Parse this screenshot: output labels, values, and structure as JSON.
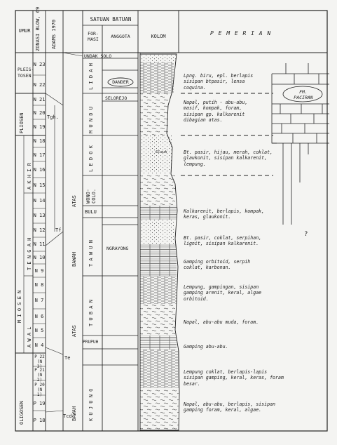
{
  "header": {
    "umur": "UMUR",
    "zonasi": "ZONASI BLOW, 69",
    "adams": "ADAMS 1970",
    "satuan_batuan": "SATUAN BATUAN",
    "formasi": "FOR-MASI",
    "anggota": "ANGGOTA",
    "kolom": "KOLOM",
    "pemerian": "P E M E R I A N"
  },
  "epochs": {
    "pleistosen": "PLEIS-TOSEN",
    "pliosen": "PLIOSEN",
    "miosen_akhir": "A K H I R",
    "miosen_tengah": "T E N G A H",
    "miosen_awal": "A W A L",
    "miosen": "M I O S E N",
    "oligosen": "OLIGOSEN"
  },
  "zones": [
    "N 23",
    "N 22",
    "N 21",
    "N 20",
    "N 19",
    "N 18",
    "N 17",
    "N 16",
    "N 15",
    "N 14",
    "N 13",
    "N 12",
    "N 11",
    "N 10",
    "N 9",
    "N 8",
    "N 7",
    "N 6",
    "N 5",
    "N 4",
    "P 22 (N 3)",
    "P 21 (N 2)",
    "P 20 (N 1)",
    "P 19",
    "P 18"
  ],
  "adams": {
    "tgh": "Tgh.",
    "tf": "Tf",
    "te": "Te",
    "tcd": "Tcd",
    "atas": "ATAS",
    "bawah": "BAWAH",
    "atas2": "ATAS",
    "bawah2": "BAWAH"
  },
  "formations": {
    "undak_solo": "UNDAK SOLO",
    "lidah": "L I D A H",
    "mundu": "M U N D U",
    "ledok": "L E D O K",
    "wonocolo": "WONO-COLO.",
    "bulu": "BULU",
    "tawun": "T A W U N",
    "tuban": "T U B A N",
    "prupuh": "PRUPUH",
    "kujung": "K U J U N G"
  },
  "members": {
    "dander": "DANDER",
    "selorejo": "SELOREJO",
    "ngrayong": "NGRAYONG"
  },
  "column_note": "Glauk",
  "descriptions": {
    "lidah": "Lpng. biru, epl. berlapis\nsisipan btpasir, lensa\ncoquina.",
    "mundu": "Napal, putih - abu-abu,\nmasif, kompak, foram,\nsisipan gp. kalkarenit\ndibagian atas.",
    "ledok": "Bt. pasir, hijau, merah, coklat,\nglaukonit, sisipan kalkarenit,\nlempung.",
    "bulu": "Kalkarenit, berlapis, kompak,\nkeras, glaukonit.",
    "ngrayong": "Bt. pasir, coklat, serpihan,\nlignit, sisipan kalkarenit.",
    "tawun": "Gamping orbitoid, serpih\ncoklat, karbonan.",
    "tuban_upper": "Lempung, gampingan, sisipan\ngamping arenit, keral, algae\norbitoid.",
    "tuban_lower": "Napal, abu-abu muda, foram.",
    "prupuh": "Gamping abu-abu.",
    "kujung_upper": "Lempung coklat, berlapis-lapis\nsisipan gamping, keral, keras, foram\nbesar.",
    "kujung_lower": "Napal, abu-abu, berlapis, sisipan\ngamping foram, keral, algae."
  },
  "facies": {
    "label": "FM. PACIRAN",
    "question": "?"
  }
}
